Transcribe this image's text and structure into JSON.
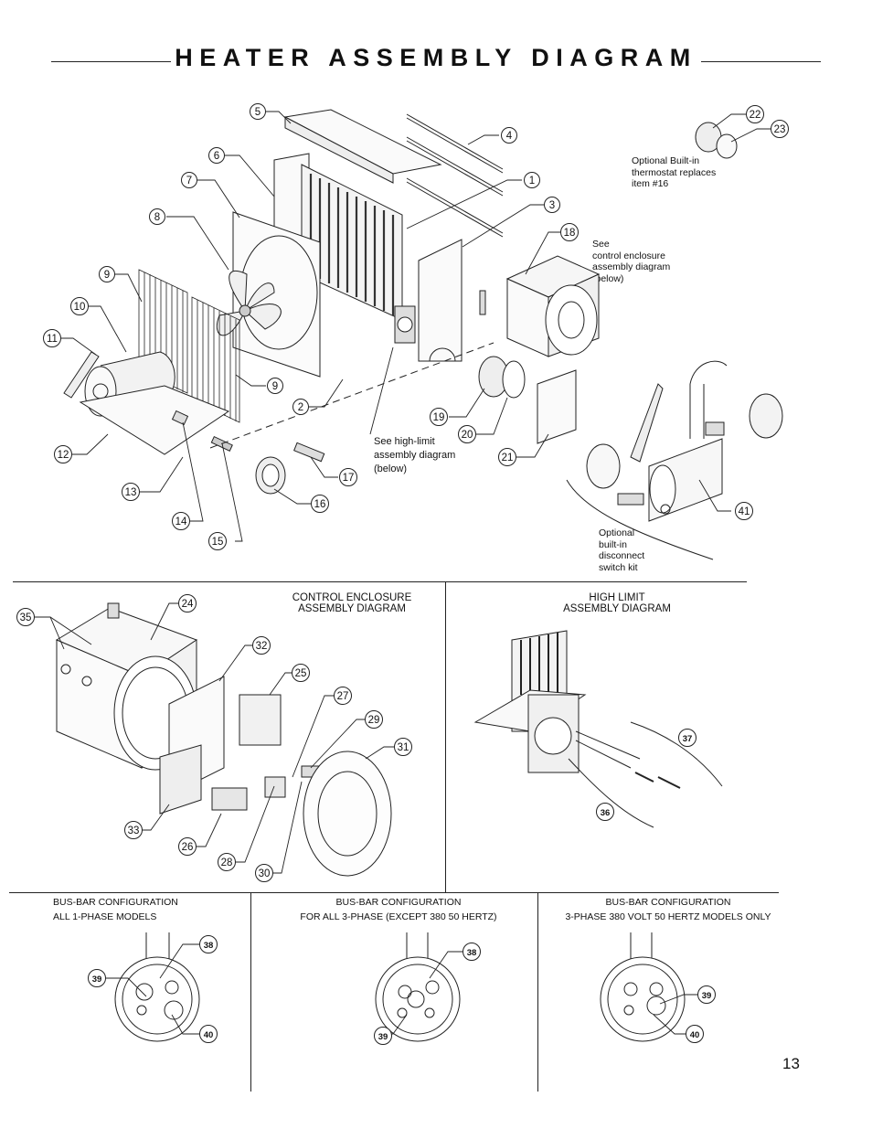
{
  "title": "HEATER ASSEMBLY DIAGRAM",
  "page_number": "13",
  "callouts": [
    "1",
    "2",
    "3",
    "4",
    "5",
    "6",
    "7",
    "8",
    "9",
    "9",
    "10",
    "11",
    "12",
    "13",
    "14",
    "15",
    "16",
    "17",
    "18",
    "19",
    "20",
    "21",
    "22",
    "23",
    "24",
    "25",
    "26",
    "28",
    "27",
    "29",
    "30",
    "31",
    "32",
    "33",
    "35",
    "36",
    "37",
    "38",
    "39",
    "40",
    "38",
    "39",
    "39",
    "40",
    "41"
  ],
  "notes": {
    "thermostat": "Optional Built-in\nthermostat replaces\nitem #16",
    "control_ref": "See\ncontrol enclosure\nassembly diagram\n(below)",
    "highlimit_ref": "See high-limit\nassembly diagram\n(below)",
    "disconnect": "Optional\nbuilt-in\ndisconnect\nswitch kit"
  },
  "sections": {
    "control_enclosure": "CONTROL ENCLOSURE\nASSEMBLY DIAGRAM",
    "high_limit": "HIGH LIMIT\nASSEMBLY DIAGRAM",
    "busbar_1": "BUS-BAR CONFIGURATION\nALL 1-PHASE MODELS",
    "busbar_2": "BUS-BAR CONFIGURATION\nFOR ALL 3-PHASE (EXCEPT 380 50 HERTZ)",
    "busbar_3": "BUS-BAR CONFIGURATION\n3-PHASE 380 VOLT 50 HERTZ MODELS ONLY"
  }
}
